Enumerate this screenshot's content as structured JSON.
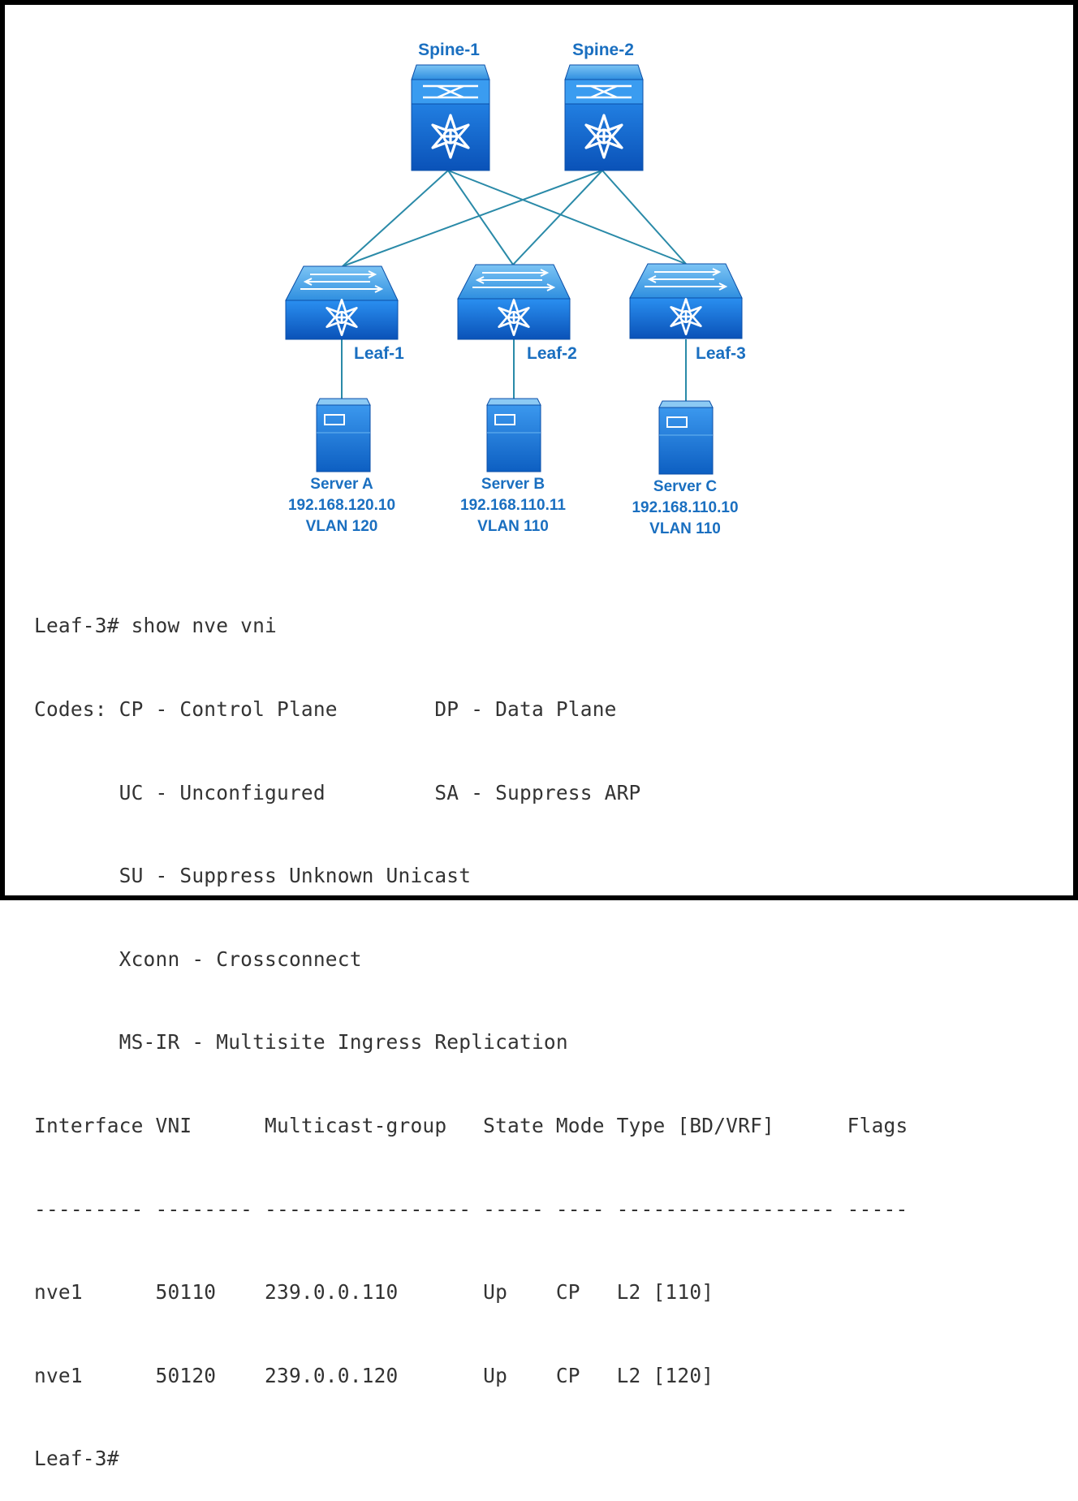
{
  "diagram": {
    "spines": [
      {
        "name": "Spine-1"
      },
      {
        "name": "Spine-2"
      }
    ],
    "leaves": [
      {
        "name": "Leaf-1"
      },
      {
        "name": "Leaf-2"
      },
      {
        "name": "Leaf-3"
      }
    ],
    "servers": [
      {
        "name": "Server A",
        "ip": "192.168.120.10",
        "vlan": "VLAN 120"
      },
      {
        "name": "Server B",
        "ip": "192.168.110.11",
        "vlan": "VLAN 110"
      },
      {
        "name": "Server C",
        "ip": "192.168.110.10",
        "vlan": "VLAN 110"
      }
    ],
    "colors": {
      "label": "#1a6fc0",
      "device_blue": "#1a78d8",
      "device_dark": "#0b4fa8",
      "link": "#2a8aa8"
    }
  },
  "terminal": {
    "lines": [
      "Leaf-3# show nve vni",
      "Codes: CP - Control Plane        DP - Data Plane",
      "       UC - Unconfigured         SA - Suppress ARP",
      "       SU - Suppress Unknown Unicast",
      "       Xconn - Crossconnect",
      "       MS-IR - Multisite Ingress Replication",
      "Interface VNI      Multicast-group   State Mode Type [BD/VRF]      Flags",
      "--------- -------- ----------------- ----- ---- ------------------ -----",
      "nve1      50110    239.0.0.110       Up    CP   L2 [110]",
      "nve1      50120    239.0.0.120       Up    CP   L2 [120]",
      "Leaf-3#"
    ]
  }
}
